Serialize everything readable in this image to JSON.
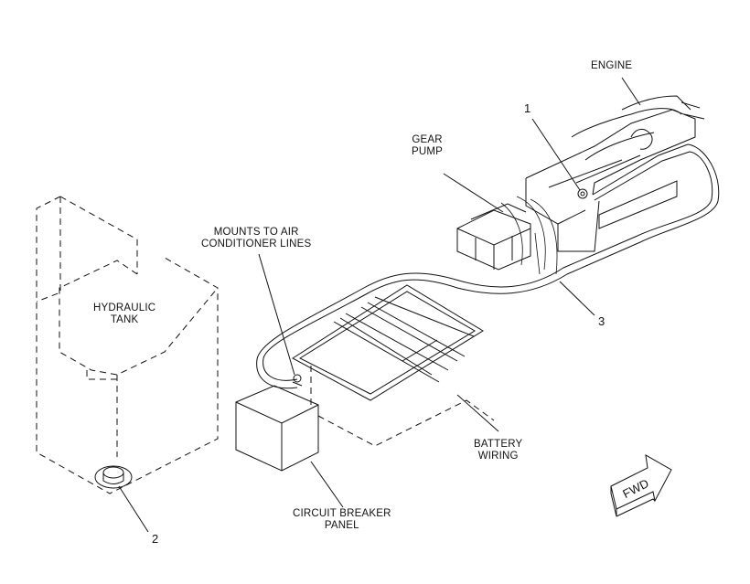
{
  "labels": {
    "engine": "ENGINE",
    "gear_pump_1": "GEAR",
    "gear_pump_2": "PUMP",
    "mounts_1": "MOUNTS TO AIR",
    "mounts_2": "CONDITIONER LINES",
    "hydraulic_1": "HYDRAULIC",
    "hydraulic_2": "TANK",
    "battery_1": "BATTERY",
    "battery_2": "WIRING",
    "breaker_1": "CIRCUIT BREAKER",
    "breaker_2": "PANEL",
    "fwd": "FWD"
  },
  "callouts": {
    "c1": "1",
    "c2": "2",
    "c3": "3"
  },
  "colors": {
    "line": "#111111",
    "background": "#ffffff"
  }
}
